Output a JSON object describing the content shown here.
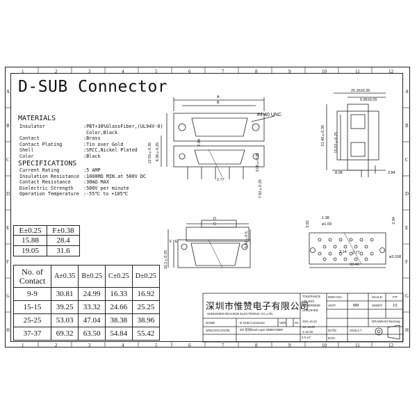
{
  "title": "D-SUB Connector",
  "grid": {
    "cols": [
      "1",
      "2",
      "3",
      "4",
      "5",
      "6",
      "7",
      "8",
      "9",
      "10",
      "11",
      "12"
    ],
    "rows": [
      "A",
      "B",
      "C",
      "D",
      "E",
      "F",
      "G",
      "H"
    ]
  },
  "materials": {
    "heading": "MATERIALS",
    "items": [
      {
        "k": "Insulator",
        "v": ":PBT+30%GlassFiber,(UL94V-0)"
      },
      {
        "k": "",
        "v": " Color,Black"
      },
      {
        "k": "Contact",
        "v": ":Brass"
      },
      {
        "k": "Contact Plating",
        "v": ":Tin over Gold"
      },
      {
        "k": "Shell",
        "v": ":SPCC,Nickel Plated"
      },
      {
        "k": "Color",
        "v": ":Black"
      }
    ]
  },
  "specifications": {
    "heading": "SPECIFICATIONS",
    "items": [
      {
        "k": "Current Rating",
        "v": ":5 AMP"
      },
      {
        "k": "Insulation Resistance",
        "v": ":1000MΩ MIN.at 500V DC"
      },
      {
        "k": "Contact Resistance",
        "v": ":30mΩ MAX"
      },
      {
        "k": "Dielectric Strength",
        "v": ":500V per minute"
      },
      {
        "k": "Operation Temperature",
        "v": ":-55℃ to +105℃"
      }
    ]
  },
  "ef_table": {
    "headers": [
      "E±0.25",
      "F±0.38"
    ],
    "rows": [
      [
        "15.88",
        "28.4"
      ],
      [
        "19.05",
        "31.6"
      ]
    ]
  },
  "dim_table": {
    "headers": [
      "No. of Contact",
      "A±0.35",
      "B±0.25",
      "C±0.25",
      "D±0.25"
    ],
    "rows": [
      [
        "9-9",
        "30.81",
        "24.99",
        "16.33",
        "16.92"
      ],
      [
        "15-15",
        "39.25",
        "33.32",
        "24.66",
        "25.25"
      ],
      [
        "25-25",
        "53.03",
        "47.04",
        "38.38",
        "38.96"
      ],
      [
        "37-37",
        "69.32",
        "63.50",
        "54.84",
        "55.42"
      ]
    ]
  },
  "dimensions": {
    "top_a": "A",
    "top_b": "B",
    "screw": "#4-40 UNC",
    "d12": "12.55±0.35",
    "d8": "8.36±0.25",
    "side_w": "25.36±0.35",
    "side_595": "5.95±0.25",
    "side_2145": "21.45±0.35",
    "side_1597": "15.97±0.25",
    "side_808": "8.08",
    "side_284": "2.84",
    "v284": "2.84",
    "v277": "2.77",
    "v306": "3.06±0.35",
    "v792": "7.92±0.25",
    "f_label": "F",
    "e_label": "E",
    "e_val": "10.2±0.25",
    "d_label": "D",
    "c_label": "C",
    "v392": "3.92±0.5",
    "pcb_392": "3.92",
    "pcb_138": "1.38",
    "pcb_109": "ø1.09",
    "pcb_284": "2.84",
    "pcb_314": "3.14",
    "pcb_277": "2.77",
    "pcb_3108": "ø3.108",
    "pcb_3340": "33.40"
  },
  "title_block": {
    "company_cn": "深圳市惟赞电子有限公司",
    "company_en": "SHENZHEN REALRUN ELECTRONIC CO.,LTD.",
    "tolerance": [
      "TOLERANCE",
      "UNLESS",
      "OTHERWISE",
      "SPECIFIED"
    ],
    "tol_vals": [
      ".XXX ±0.10",
      ".XX ±0.20",
      ".X ±0.30",
      "0.0 ±2°"
    ],
    "dwg_no_label": "DWG NO.:",
    "dwg_no": "",
    "unit_label": "UNIT:",
    "unit": "MM",
    "scale_label": "SCALE:",
    "scale": "FIT",
    "sheet_label": "SHEET:",
    "sheet": "1/1",
    "drawn_label": "DRAWN BY:",
    "drawn": "Burning",
    "name_label": "NAME:",
    "name": "D-SUB Connector",
    "ver_label": "VER:",
    "ver": "03",
    "spec_label": "SPECIFICATION:",
    "spec": "DR 双排Dual Layer DB9M-DB9F",
    "date_label": "DATE:",
    "date": "2018.4.7",
    "ecn_label": "ECN:",
    "ecn": ""
  }
}
